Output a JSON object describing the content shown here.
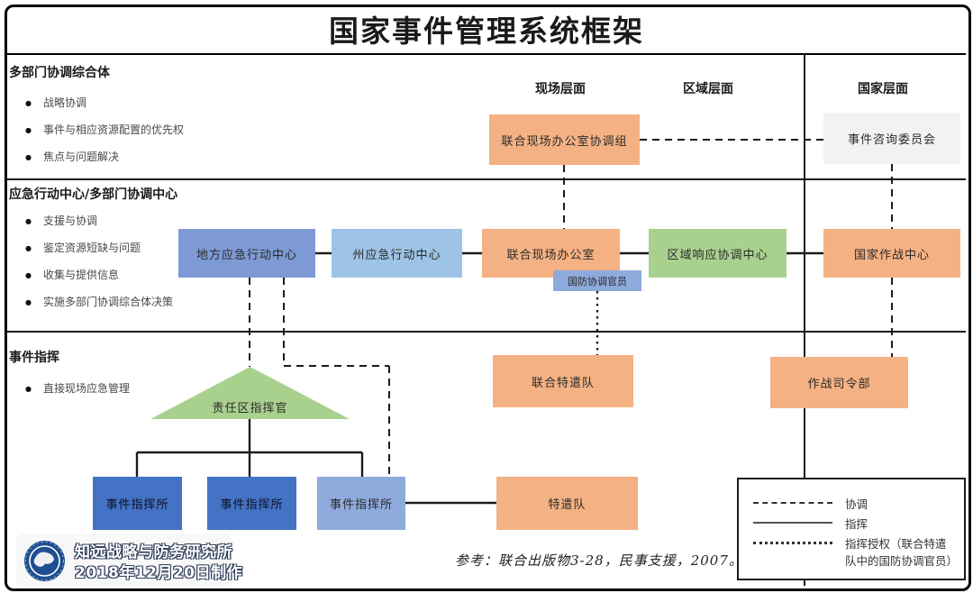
{
  "title": "国家事件管理系统框架",
  "levels": {
    "field": "现场层面",
    "regional": "区域层面",
    "national": "国家层面"
  },
  "sections": [
    {
      "label": "多部门协调综合体",
      "bullets": [
        "战略协调",
        "事件与相应资源配置的优先权",
        "焦点与问题解决"
      ]
    },
    {
      "label": "应急行动中心/多部门协调中心",
      "bullets": [
        "支援与协调",
        "鉴定资源短缺与问题",
        "收集与提供信息",
        "实施多部门协调综合体决策"
      ]
    },
    {
      "label": "事件指挥",
      "bullets": [
        "直接现场应急管理"
      ]
    }
  ],
  "nodes": {
    "jfo_coord_group": {
      "label": "联合现场办公室协调组",
      "color": "#F4B183"
    },
    "incident_advisory": {
      "label": "事件咨询委员会",
      "color": "#F2F2F2"
    },
    "local_eoc": {
      "label": "地方应急行动中心",
      "color": "#7D9AD4"
    },
    "state_eoc": {
      "label": "州应急行动中心",
      "color": "#9DC3E6"
    },
    "jfo": {
      "label": "联合现场办公室",
      "color": "#F4B183"
    },
    "dco": {
      "label": "国防协调官员",
      "color": "#8FAADC"
    },
    "rrcc": {
      "label": "区域响应协调中心",
      "color": "#A9D18E"
    },
    "noc": {
      "label": "国家作战中心",
      "color": "#F4B183"
    },
    "jtf": {
      "label": "联合特遣队",
      "color": "#F4B183"
    },
    "cocom": {
      "label": "作战司令部",
      "color": "#F4B183"
    },
    "area_commander": {
      "label": "责任区指挥官",
      "color": "#A9D18E"
    },
    "icp1": {
      "label": "事件指挥所",
      "color": "#4472C4"
    },
    "icp2": {
      "label": "事件指挥所",
      "color": "#4472C4"
    },
    "icp3": {
      "label": "事件指挥所",
      "color": "#8FAADC"
    },
    "task_force": {
      "label": "特遣队",
      "color": "#F4B183"
    }
  },
  "legend": {
    "items": [
      {
        "style": "dashed",
        "label": "协调"
      },
      {
        "style": "solid",
        "label": "指挥"
      },
      {
        "style": "dotted",
        "label": "指挥授权（联合特遣队中的国防协调官员）"
      }
    ]
  },
  "footer": {
    "org": "知远战略与防务研究所",
    "date": "2018年12月20日制作",
    "reference": "参考：联合出版物3-28，民事支援，2007。",
    "logo_icon": "globe-logo"
  },
  "colors": {
    "orange": "#F4B183",
    "green": "#A9D18E",
    "blue_dark": "#4472C4",
    "blue_mid": "#7D9AD4",
    "blue_light": "#9DC3E6",
    "blue_pale": "#8FAADC",
    "gray_box": "#F2F2F2",
    "line": "#1a1a1a"
  }
}
